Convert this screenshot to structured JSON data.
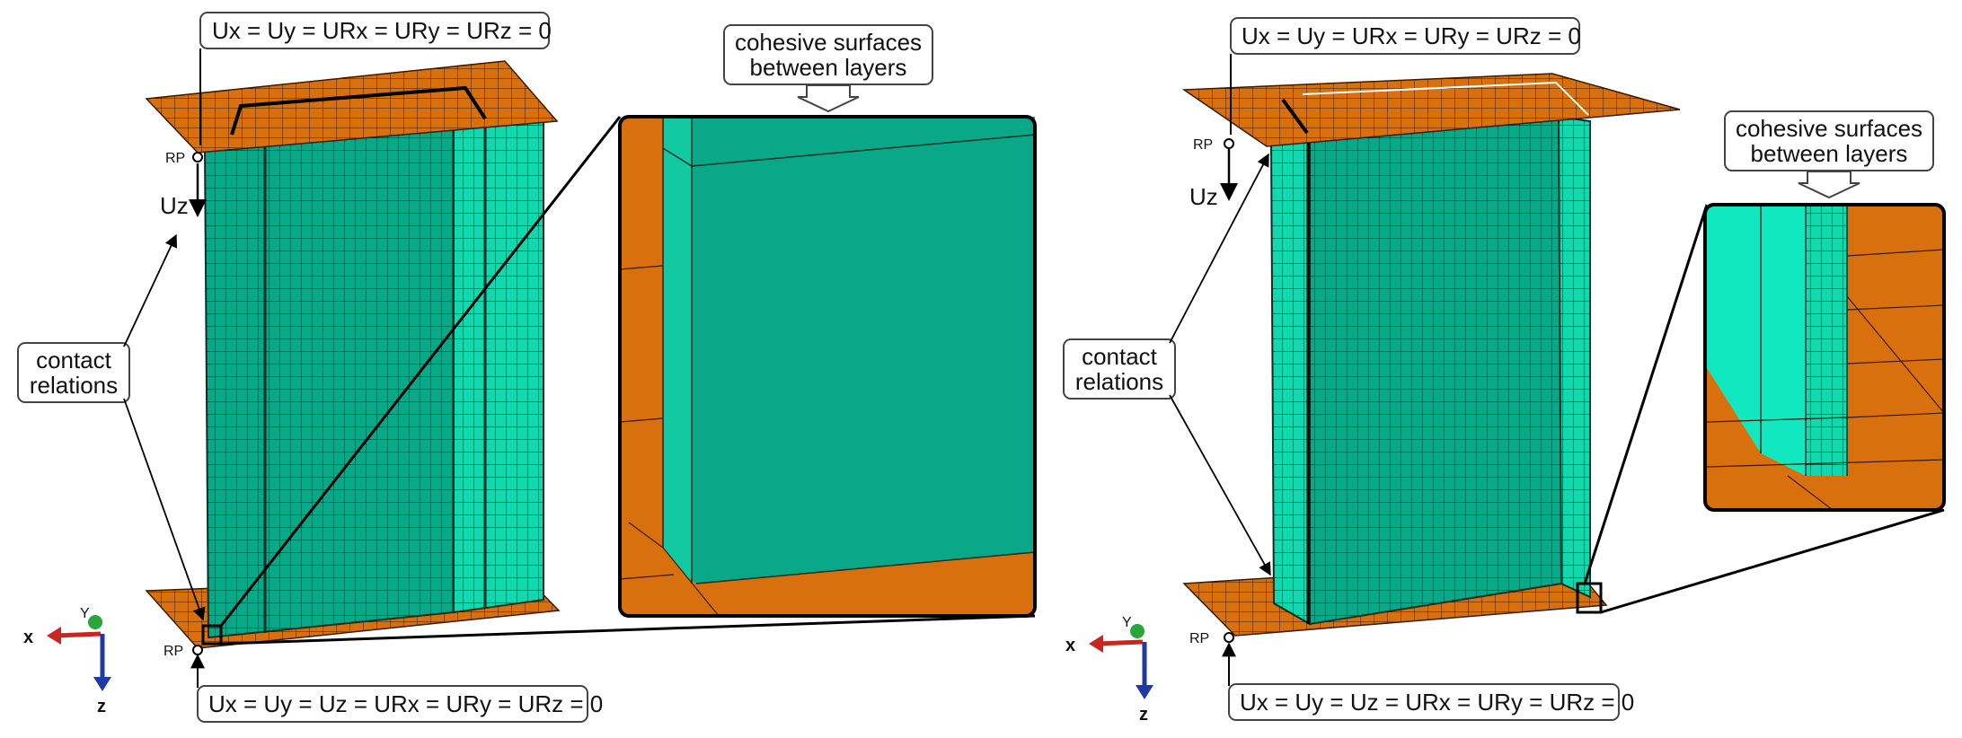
{
  "left": {
    "top_bc": "Ux = Uy = URx = URy = URz = 0",
    "bottom_bc": "Ux = Uy = Uz = URx = URy = URz = 0",
    "rp_top": "RP",
    "rp_bottom": "RP",
    "uz": "Uz",
    "contact": [
      "contact",
      "relations"
    ],
    "cohesive": [
      "cohesive surfaces",
      "between layers"
    ],
    "axes": {
      "x": "x",
      "y": "Y",
      "z": "z"
    }
  },
  "right": {
    "top_bc": "Ux = Uy = URx = URy = URz = 0",
    "bottom_bc": "Ux = Uy = Uz = URx = URy = URz = 0",
    "rp_top": "RP",
    "rp_bottom": "RP",
    "uz": "Uz",
    "contact": [
      "contact",
      "relations"
    ],
    "cohesive": [
      "cohesive surfaces",
      "between layers"
    ],
    "axes": {
      "x": "x",
      "y": "Y",
      "z": "z"
    }
  },
  "colors": {
    "plate": "#d9700e",
    "specimen": "#08a888",
    "specimen_light": "#12d8b0",
    "mesh": "#0b2f26",
    "axis_x": "#c8261e",
    "axis_y": "#27a63a",
    "axis_z": "#1f3aa6"
  }
}
